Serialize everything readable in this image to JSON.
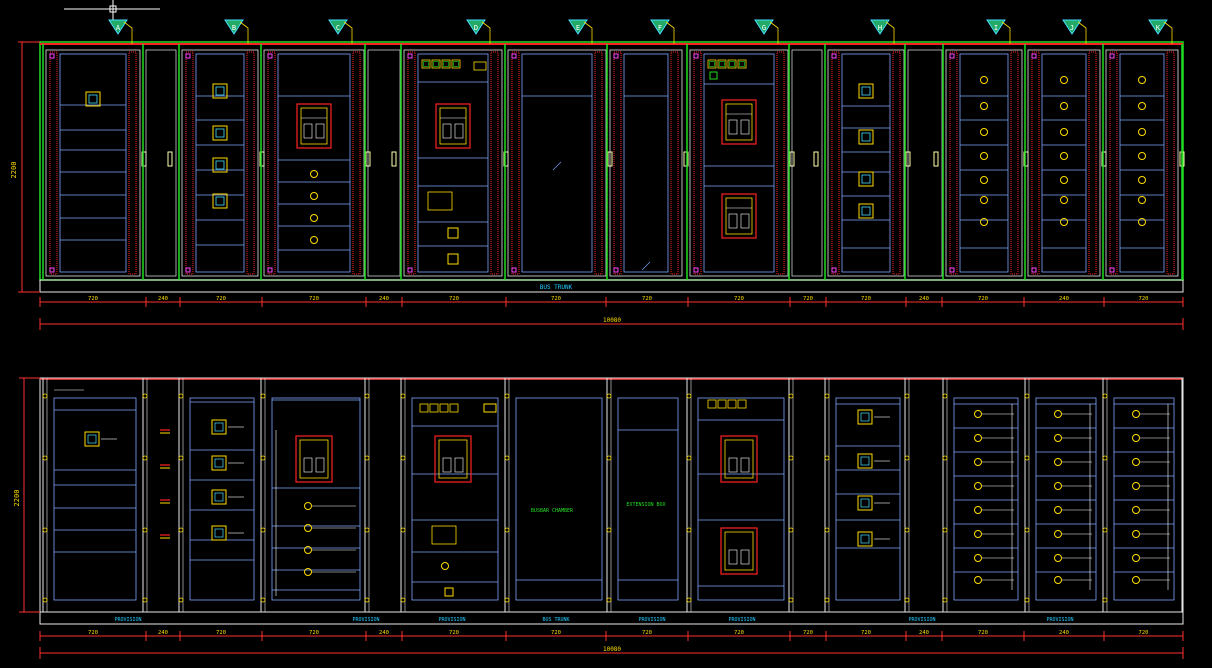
{
  "colors": {
    "background": "#000000",
    "frame": "#e8e8e8",
    "panel_green": "#22dd22",
    "door_red": "#ff2222",
    "rail_blue": "#7fa6ff",
    "wire": "#ffffff",
    "dim": "#ff3030",
    "label": "#22ccff",
    "tag_green": "#22aa66",
    "tag_cyan": "#44ddff",
    "yellow": "#ffdd00",
    "magenta": "#ff44ff"
  },
  "column_tags": [
    "A",
    "B",
    "C",
    "D",
    "E",
    "F",
    "G",
    "H",
    "I",
    "J",
    "K"
  ],
  "elevation": {
    "height_label": "2200",
    "base_label": "BUS TRUNK",
    "segments": [
      "720",
      "240",
      "720",
      "720",
      "240",
      "720",
      "720",
      "720",
      "720",
      "720",
      "720",
      "240",
      "720",
      "240",
      "720",
      "720",
      "720"
    ],
    "overall": "10080"
  },
  "layout": {
    "height_label": "2200",
    "base_labels": [
      "PROVISION",
      "PROVISION",
      "PROVISION",
      "BUS TRUNK",
      "PROVISION",
      "PROVISION",
      "PROVISION",
      "PROVISION"
    ],
    "segments": [
      "720",
      "240",
      "720",
      "720",
      "240",
      "720",
      "720",
      "720",
      "720",
      "720",
      "720",
      "240",
      "720",
      "240",
      "720",
      "720",
      "720"
    ],
    "overall": "10080",
    "panel_e_note": "BUSBAR CHAMBER",
    "panel_f_note": "EXTENSION BOX"
  }
}
